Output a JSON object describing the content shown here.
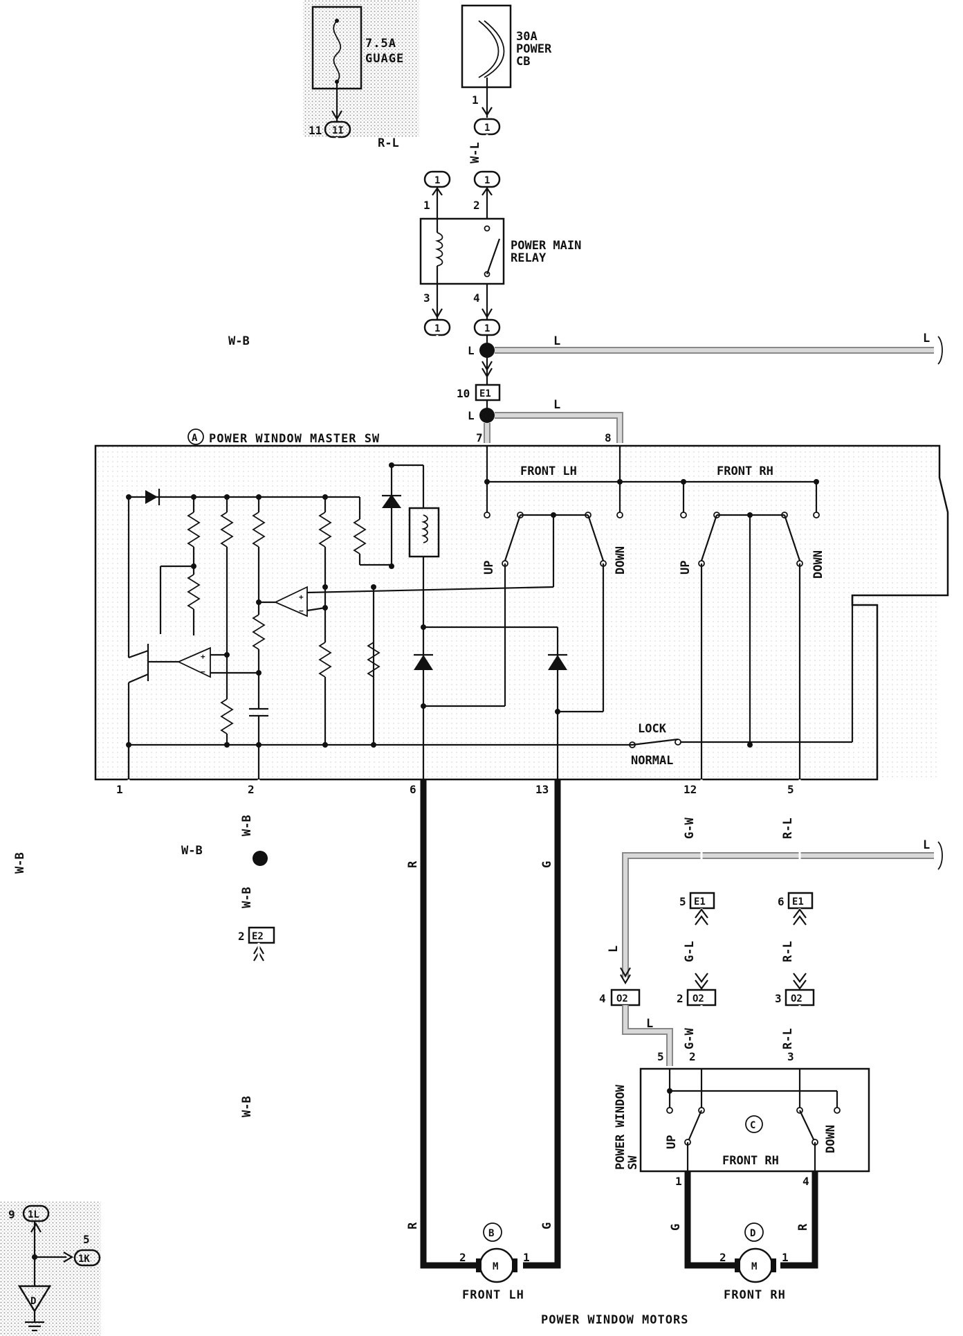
{
  "labels": {
    "fuse_amp": "7.5A",
    "fuse_name": "GUAGE",
    "cb_amp": "30A",
    "cb_line1": "POWER",
    "cb_line2": "CB",
    "relay_line1": "POWER MAIN",
    "relay_line2": "RELAY",
    "master_sw_letter": "A",
    "master_sw": "POWER WINDOW MASTER SW",
    "front_lh": "FRONT LH",
    "front_rh": "FRONT RH",
    "up": "UP",
    "down": "DOWN",
    "lock": "LOCK",
    "normal": "NORMAL",
    "pw_sw_line1": "POWER WINDOW",
    "pw_sw_line2": "SW",
    "pw_sw_letter": "C",
    "pw_sw_front_rh": "FRONT RH",
    "motor_b_letter": "B",
    "motor_d_letter": "D",
    "motor_symbol": "M",
    "motor_lh_label": "FRONT LH",
    "motor_rh_label": "FRONT RH",
    "motors_title": "POWER WINDOW MOTORS",
    "ground_letter": "D"
  },
  "wires": {
    "r_l": "R-L",
    "w_l": "W-L",
    "w_b": "W-B",
    "l": "L",
    "r": "R",
    "g": "G",
    "g_w": "G-W",
    "g_l": "G-L"
  },
  "connectors": {
    "one": "1",
    "one_i": "1I",
    "one_l": "1L",
    "one_k": "1K",
    "e1": "E1",
    "e2": "E2",
    "o2": "O2"
  },
  "pins": {
    "p1": "1",
    "p2": "2",
    "p3": "3",
    "p4": "4",
    "p5": "5",
    "p6": "6",
    "p7": "7",
    "p8": "8",
    "p9": "9",
    "p10": "10",
    "p11": "11",
    "p12": "12",
    "p13": "13"
  }
}
